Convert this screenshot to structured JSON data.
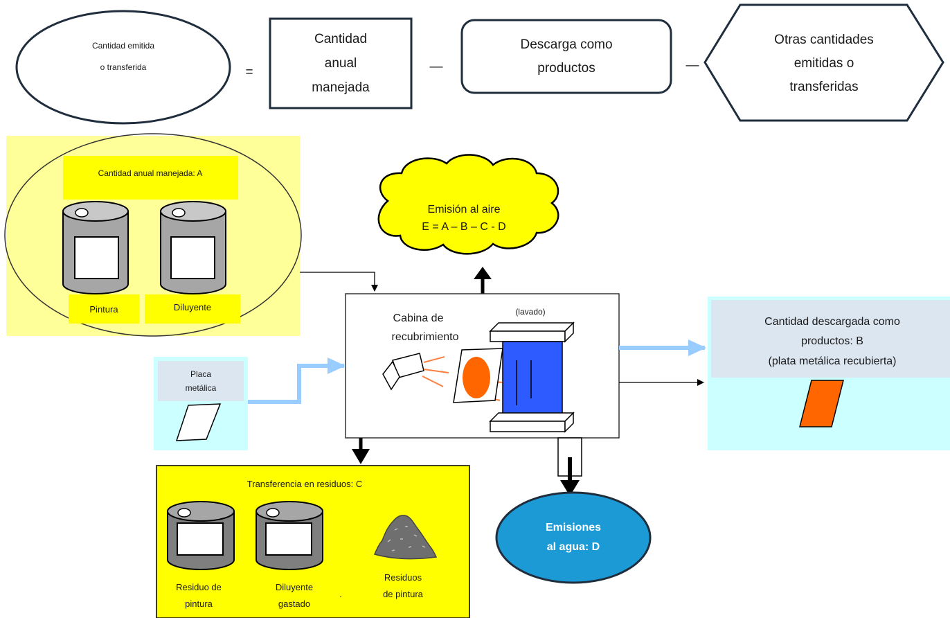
{
  "equation": {
    "ellipse_line1": "Cantidad emitida",
    "ellipse_line2": "o transferida",
    "equals": "=",
    "box1_line1": "Cantidad",
    "box1_line2": "anual",
    "box1_line3": "manejada",
    "minus1": "—",
    "box2_line1": "Descarga como",
    "box2_line2": "productos",
    "minus2": "—",
    "hex_line1": "Otras cantidades",
    "hex_line2": "emitidas o",
    "hex_line3": "transferidas"
  },
  "input_area": {
    "title": "Cantidad anual manejada: A",
    "can1_label": "Pintura",
    "can2_label": "Diluyente"
  },
  "air_emission": {
    "line1": "Emisión al aire",
    "line2": "E = A – B – C - D"
  },
  "booth": {
    "label_line1": "Cabina de",
    "label_line2": "recubrimiento",
    "wash_label": "(lavado)"
  },
  "plate_input": {
    "label_line1": "Placa",
    "label_line2": "metálica"
  },
  "products": {
    "line1": "Cantidad descargada como",
    "line2": "productos: B",
    "line3": "(plata metálica recubierta)"
  },
  "waste": {
    "title": "Transferencia en residuos: C",
    "item1_line1": "Residuo de",
    "item1_line2": "pintura",
    "item2_line1": "Diluyente",
    "item2_line2": "gastado",
    "item3_line1": "Residuos",
    "item3_line2": "de pintura",
    "dot": "."
  },
  "water_emission": {
    "line1": "Emisiones",
    "line2": "al agua: D"
  },
  "colors": {
    "yellow": "#ffff00",
    "pale_yellow": "#ffff99",
    "light_cyan": "#ccffff",
    "light_blue_arrow": "#99ccff",
    "steel_blue": "#dce6f1",
    "water_blue": "#1c9ad6",
    "wash_blue": "#2e5bff",
    "orange": "#ff6600",
    "navy_outline": "#1f2d3d"
  }
}
